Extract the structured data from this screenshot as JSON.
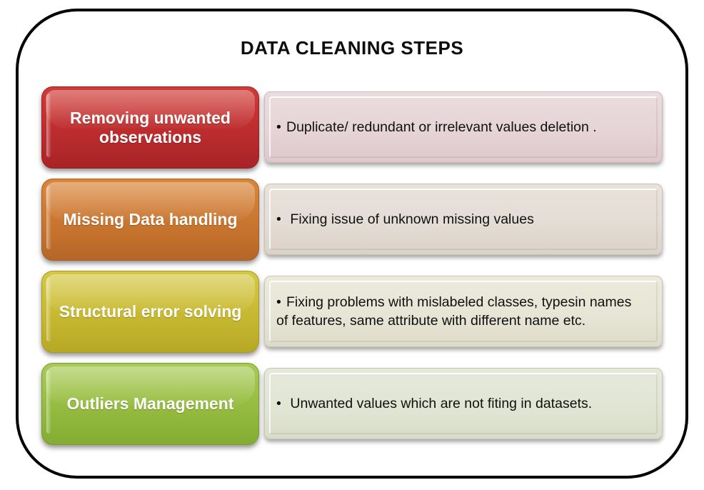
{
  "diagram": {
    "title": "DATA CLEANING STEPS",
    "frame_border_color": "#000000",
    "background_color": "#ffffff",
    "steps": [
      {
        "label": "Removing unwanted observations",
        "description": "Duplicate/ redundant or irrelevant values deletion .",
        "bullet": "•",
        "chip_color": "#c6322f",
        "panel_color": "#e6d4d6"
      },
      {
        "label": "Missing Data handling",
        "description": " Fixing issue of unknown missing values",
        "bullet": "•",
        "chip_color": "#d07c33",
        "panel_color": "#e4ddd5"
      },
      {
        "label": "Structural error solving",
        "description": "Fixing problems with mislabeled classes, typesin names of features, same attribute with different name etc.",
        "bullet": "•",
        "chip_color": "#cdbf38",
        "panel_color": "#e7e5d6"
      },
      {
        "label": "Outliers Management",
        "description": " Unwanted values which are not fiting in datasets.",
        "bullet": "•",
        "chip_color": "#9dc247",
        "panel_color": "#e1e5d4"
      }
    ]
  }
}
